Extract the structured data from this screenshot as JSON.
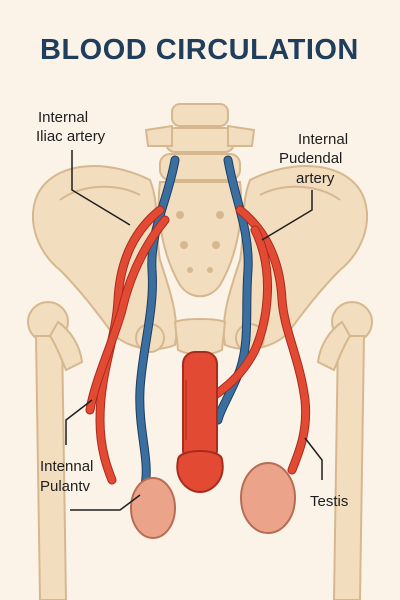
{
  "title": "BLOOD CIRCULATION",
  "labels": {
    "internal_iliac": [
      "Internal",
      "Iliac artery"
    ],
    "internal_pudendal": [
      "Internal",
      "Pudendal",
      "artery"
    ],
    "internal_pulantv": [
      "Intennal",
      "Pulantv"
    ],
    "testis": "Testis"
  },
  "colors": {
    "artery": "#e34a33",
    "vein": "#3b6fa0",
    "bone": "#f2ddbf",
    "bone_outline": "#d6b88f",
    "testis": "#eba38a",
    "title": "#1f3d5c",
    "background": "#fbf3e8"
  }
}
